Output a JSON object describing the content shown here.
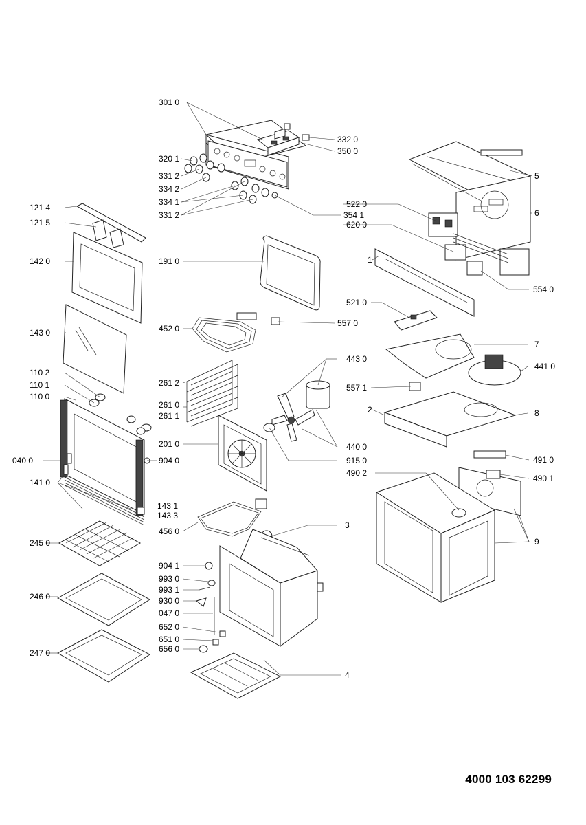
{
  "document_number": "4000 103 62299",
  "labels": [
    "301 0",
    "332 0",
    "350 0",
    "320 1",
    "331 2",
    "334 2",
    "334 1",
    "331 2",
    "354 1",
    "121 4",
    "121 5",
    "142 0",
    "191 0",
    "143 0",
    "452 0",
    "557 0",
    "110 2",
    "110 1",
    "110 0",
    "261 2",
    "261 0",
    "261 1",
    "201 0",
    "904 0",
    "040 0",
    "141 0",
    "143 1",
    "143 3",
    "456 0",
    "245 0",
    "246 0",
    "247 0",
    "904 1",
    "993 0",
    "993 1",
    "930 0",
    "047 0",
    "652 0",
    "651 0",
    "656 0",
    "5",
    "6",
    "522 0",
    "620 0",
    "1",
    "554 0",
    "521 0",
    "7",
    "443 0",
    "441 0",
    "557 1",
    "2",
    "8",
    "440 0",
    "915 0",
    "491 0",
    "490 2",
    "490 1",
    "3",
    "9",
    "4"
  ]
}
